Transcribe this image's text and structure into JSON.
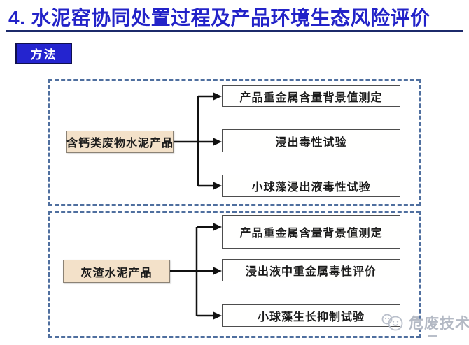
{
  "slide": {
    "title": "4. 水泥窑协同处置过程及产品环境生态风险评价",
    "method_badge": "方法"
  },
  "flowcharts": [
    {
      "source": "含钙类废物水泥产品",
      "targets": [
        "产品重金属含量背景值测定",
        "浸出毒性试验",
        "小球藻浸出液毒性试验"
      ]
    },
    {
      "source": "灰渣水泥产品",
      "targets": [
        "产品重金属含量背景值测定",
        "浸出液中重金属毒性评价",
        "小球藻生长抑制试验"
      ]
    }
  ],
  "watermark": {
    "text": "危废技术",
    "icon": "chat-bubble-face-icon"
  },
  "colors": {
    "title_blue": "#2323c8",
    "title_rule_navy": "#1c2a6b",
    "badge_blue": "#2424cf",
    "panel_dash_blue": "#4f6f9f",
    "source_node_fill": "#f3e1c9",
    "node_border_gray": "#4d4d4d",
    "arrow_black": "#111111",
    "watermark_gray": "#b3b9c4"
  }
}
